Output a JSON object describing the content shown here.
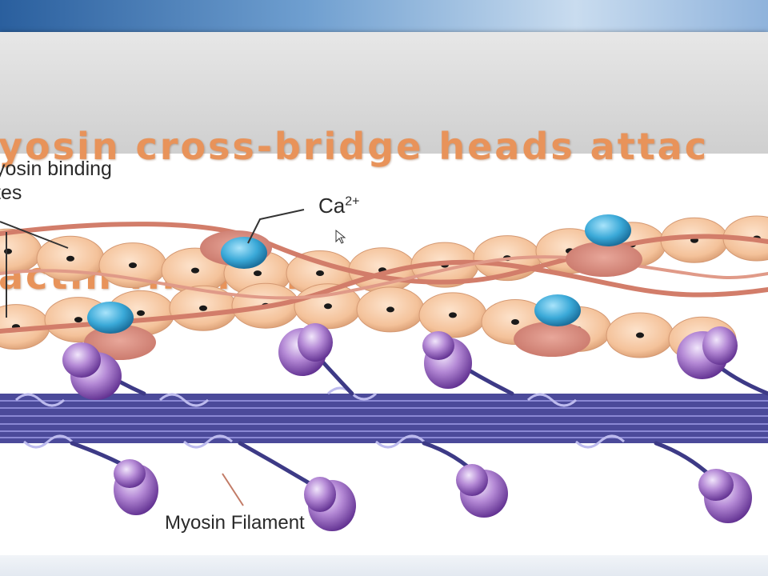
{
  "slide": {
    "title_line1": "yosin cross-bridge heads attac",
    "title_line2": "actin filaments"
  },
  "labels": {
    "binding_line1": "yosin binding",
    "binding_line2": "tes",
    "calcium": "Ca",
    "calcium_charge": "2+",
    "myosin_filament": "Myosin Filament"
  },
  "colors": {
    "title": "#e8935a",
    "actin_bead": "#f6c9a3",
    "tropomyosin": "#d98a76",
    "calcium_ion": "#3aa9d8",
    "myosin_thick": "#5a56a8",
    "myosin_head": "#9a63c0"
  }
}
